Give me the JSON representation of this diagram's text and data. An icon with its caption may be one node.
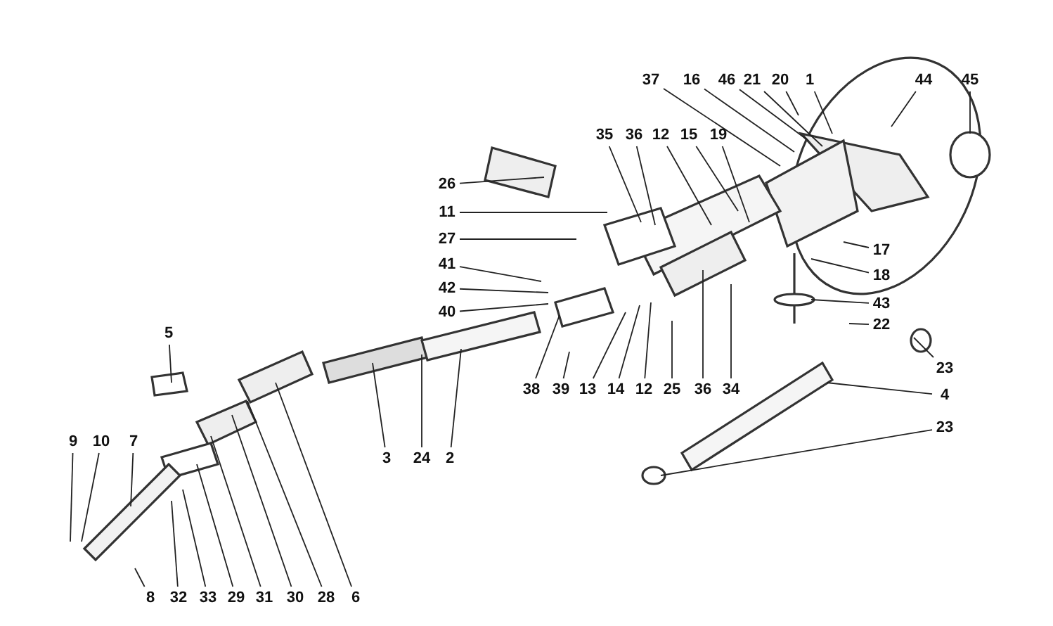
{
  "diagram": {
    "nodes": [
      {
        "text": [
          "37"
        ]
      },
      {
        "text": [
          "16"
        ]
      },
      {
        "text": [
          "46"
        ]
      },
      {
        "text": [
          "21"
        ]
      },
      {
        "text": [
          "20"
        ]
      },
      {
        "text": [
          "1"
        ]
      },
      {
        "text": [
          "44"
        ]
      },
      {
        "text": [
          "45"
        ]
      },
      {
        "text": [
          "35"
        ]
      },
      {
        "text": [
          "36"
        ]
      },
      {
        "text": [
          "12"
        ]
      },
      {
        "text": [
          "15"
        ]
      },
      {
        "text": [
          "19"
        ]
      },
      {
        "text": [
          "26"
        ]
      },
      {
        "text": [
          "11"
        ]
      },
      {
        "text": [
          "27"
        ]
      },
      {
        "text": [
          "17"
        ]
      },
      {
        "text": [
          "18"
        ]
      },
      {
        "text": [
          "41"
        ]
      },
      {
        "text": [
          "42"
        ]
      },
      {
        "text": [
          "40"
        ]
      },
      {
        "text": [
          "43"
        ]
      },
      {
        "text": [
          "22"
        ]
      },
      {
        "text": [
          "5"
        ]
      },
      {
        "text": [
          "23"
        ]
      },
      {
        "text": [
          "4"
        ]
      },
      {
        "text": [
          "23"
        ]
      },
      {
        "text": [
          "3"
        ]
      },
      {
        "text": [
          "24"
        ]
      },
      {
        "text": [
          "2"
        ]
      },
      {
        "text": [
          "38"
        ]
      },
      {
        "text": [
          "39"
        ]
      },
      {
        "text": [
          "13"
        ]
      },
      {
        "text": [
          "14"
        ]
      },
      {
        "text": [
          "12"
        ]
      },
      {
        "text": [
          "25"
        ]
      },
      {
        "text": [
          "36"
        ]
      },
      {
        "text": [
          "34"
        ]
      },
      {
        "text": [
          "9"
        ]
      },
      {
        "text": [
          "10"
        ]
      },
      {
        "text": [
          "7"
        ]
      },
      {
        "text": [
          "8"
        ]
      },
      {
        "text": [
          "32"
        ]
      },
      {
        "text": [
          "33"
        ]
      },
      {
        "text": [
          "29"
        ]
      },
      {
        "text": [
          "31"
        ]
      },
      {
        "text": [
          "30"
        ]
      },
      {
        "text": [
          "28"
        ]
      },
      {
        "text": [
          "6"
        ]
      }
    ],
    "edges": [
      {
        "from": 0,
        "to": null,
        "arrow": "none"
      },
      {
        "from": 1,
        "to": null,
        "arrow": "none"
      },
      {
        "from": 2,
        "to": null,
        "arrow": "none"
      },
      {
        "from": 3,
        "to": null,
        "arrow": "none"
      },
      {
        "from": 4,
        "to": null,
        "arrow": "none"
      },
      {
        "from": 5,
        "to": null,
        "arrow": "none"
      },
      {
        "from": 6,
        "to": null,
        "arrow": "none"
      },
      {
        "from": 7,
        "to": null,
        "arrow": "none"
      },
      {
        "from": 8,
        "to": null,
        "arrow": "none"
      },
      {
        "from": 9,
        "to": null,
        "arrow": "none"
      },
      {
        "from": 10,
        "to": null,
        "arrow": "none"
      },
      {
        "from": 11,
        "to": null,
        "arrow": "none"
      },
      {
        "from": 12,
        "to": null,
        "arrow": "none"
      },
      {
        "from": 13,
        "to": null,
        "arrow": "none"
      },
      {
        "from": 14,
        "to": null,
        "arrow": "none"
      },
      {
        "from": 15,
        "to": null,
        "arrow": "none"
      },
      {
        "from": 16,
        "to": null,
        "arrow": "none"
      },
      {
        "from": 17,
        "to": null,
        "arrow": "none"
      },
      {
        "from": 18,
        "to": null,
        "arrow": "none"
      },
      {
        "from": 19,
        "to": null,
        "arrow": "none"
      },
      {
        "from": 20,
        "to": null,
        "arrow": "none"
      },
      {
        "from": 21,
        "to": null,
        "arrow": "none"
      },
      {
        "from": 22,
        "to": null,
        "arrow": "none"
      },
      {
        "from": 23,
        "to": null,
        "arrow": "none"
      },
      {
        "from": 24,
        "to": null,
        "arrow": "none"
      },
      {
        "from": 25,
        "to": null,
        "arrow": "none"
      },
      {
        "from": 26,
        "to": null,
        "arrow": "none"
      },
      {
        "from": 27,
        "to": null,
        "arrow": "none"
      },
      {
        "from": 28,
        "to": null,
        "arrow": "none"
      },
      {
        "from": 29,
        "to": null,
        "arrow": "none"
      },
      {
        "from": 30,
        "to": null,
        "arrow": "none"
      },
      {
        "from": 31,
        "to": null,
        "arrow": "none"
      },
      {
        "from": 32,
        "to": null,
        "arrow": "none"
      },
      {
        "from": 33,
        "to": null,
        "arrow": "none"
      },
      {
        "from": 34,
        "to": null,
        "arrow": "none"
      },
      {
        "from": 35,
        "to": null,
        "arrow": "none"
      },
      {
        "from": 36,
        "to": null,
        "arrow": "none"
      },
      {
        "from": 37,
        "to": null,
        "arrow": "none"
      },
      {
        "from": 38,
        "to": null,
        "arrow": "none"
      },
      {
        "from": 39,
        "to": null,
        "arrow": "none"
      },
      {
        "from": 40,
        "to": null,
        "arrow": "none"
      },
      {
        "from": 41,
        "to": null,
        "arrow": "none"
      },
      {
        "from": 42,
        "to": null,
        "arrow": "none"
      },
      {
        "from": 43,
        "to": null,
        "arrow": "none"
      },
      {
        "from": 44,
        "to": null,
        "arrow": "none"
      },
      {
        "from": 45,
        "to": null,
        "arrow": "none"
      },
      {
        "from": 46,
        "to": null,
        "arrow": "none"
      },
      {
        "from": 47,
        "to": null,
        "arrow": "none"
      },
      {
        "from": 48,
        "to": null,
        "arrow": "none"
      }
    ]
  }
}
